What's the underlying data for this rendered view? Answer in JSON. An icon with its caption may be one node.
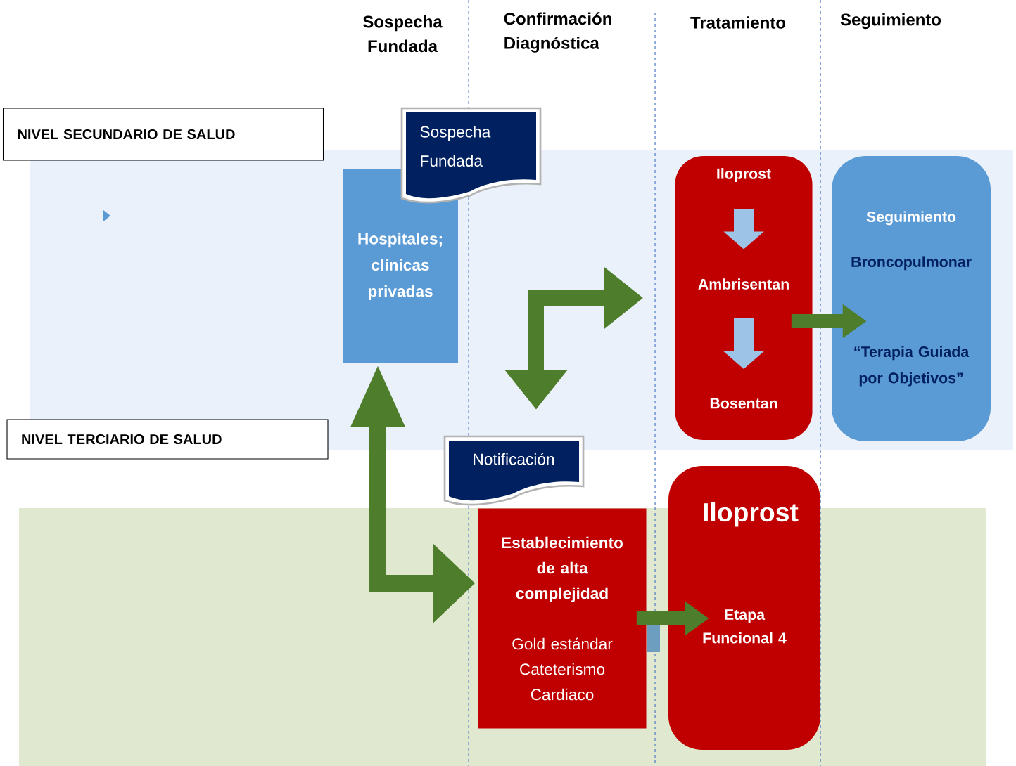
{
  "diagram": {
    "nodes": [
      {
        "text": [
          "NIVEL SECUNDARIO DE SALUD"
        ]
      },
      {
        "text": [
          "NIVEL TERCIARIO DE SALUD"
        ]
      },
      {
        "text": [
          "Sospecha Fundada"
        ]
      },
      {
        "text": [
          "Hospitales; clínicas privadas"
        ]
      },
      {
        "text": [],
        "shape": "box"
      },
      {
        "text": [
          "Iloprost"
        ],
        "in": 4
      },
      {
        "text": [
          "Ambrisentan"
        ],
        "in": 4
      },
      {
        "text": [
          "Bosentan"
        ],
        "in": 4
      },
      {
        "text": [
          "Seguimiento",
          "Broncopulmonar",
          "“Terapia Guiada por Objetivos”"
        ]
      },
      {
        "text": [
          "Notificación"
        ]
      },
      {
        "text": [
          "Establecimiento de alta complejidad",
          "Gold estándar Cateterismo Cardiaco"
        ]
      },
      {
        "text": [
          "Iloprost",
          "Etapa Funcional 4"
        ]
      }
    ],
    "edges": [
      {
        "from": 5,
        "to": 6,
        "arrow": "to",
        "color": "#9dc3e6"
      },
      {
        "from": 6,
        "to": 7,
        "arrow": "to",
        "color": "#9dc3e6"
      },
      {
        "from": 9,
        "to": 4,
        "arrow": "both"
      },
      {
        "from": 3,
        "to": 10,
        "arrow": "both"
      },
      {
        "from": 4,
        "to": 8,
        "arrow": "to"
      },
      {
        "from": 10,
        "to": 11,
        "arrow": "to"
      }
    ],
    "labels": [
      "Sospecha Fundada",
      "Confirmación Diagnóstica",
      "Tratamiento",
      "Seguimiento"
    ]
  }
}
